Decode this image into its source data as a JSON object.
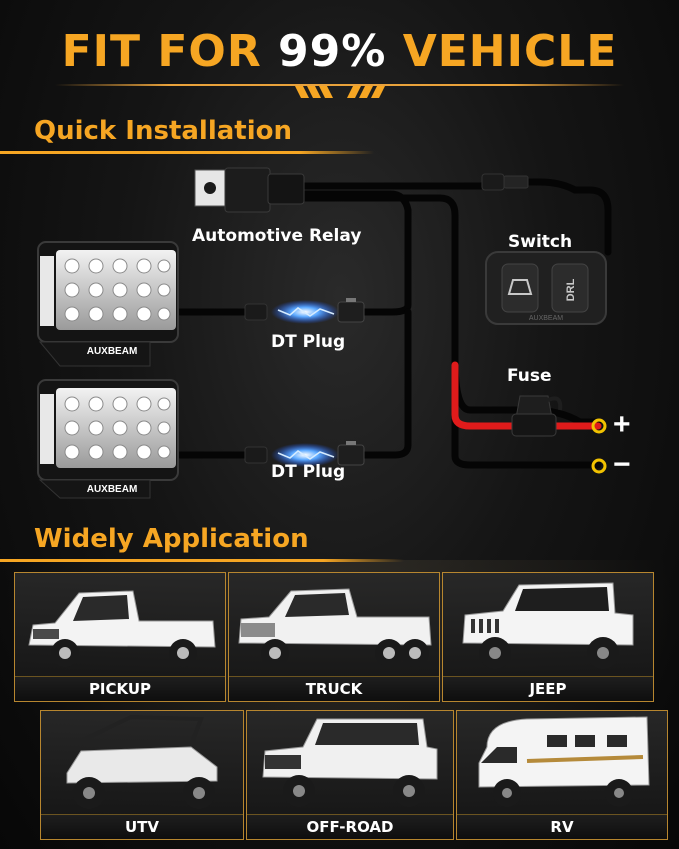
{
  "headline": {
    "prefix": "FIT FOR",
    "number": "99%",
    "suffix": "VEHICLE"
  },
  "sections": {
    "quick_installation": "Quick Installation",
    "widely_application": "Widely Application"
  },
  "wiring": {
    "relay_label": "Automotive Relay",
    "switch_label": "Switch",
    "fuse_label": "Fuse",
    "dt_plug_top": "DT Plug",
    "dt_plug_bottom": "DT Plug",
    "positive": "+",
    "negative": "−",
    "light_brand_top": "AUXBEAM",
    "light_brand_bottom": "AUXBEAM",
    "switch_brand": "AUXBEAM",
    "switch_mode": "DRL"
  },
  "vehicles": [
    {
      "label": "PICKUP"
    },
    {
      "label": "TRUCK"
    },
    {
      "label": "JEEP"
    },
    {
      "label": "UTV"
    },
    {
      "label": "OFF-ROAD"
    },
    {
      "label": "RV"
    }
  ],
  "colors": {
    "accent": "#f6a623",
    "card_border": "#b7862f",
    "wire_red": "#e01b1b",
    "terminal": "#f2c200"
  }
}
